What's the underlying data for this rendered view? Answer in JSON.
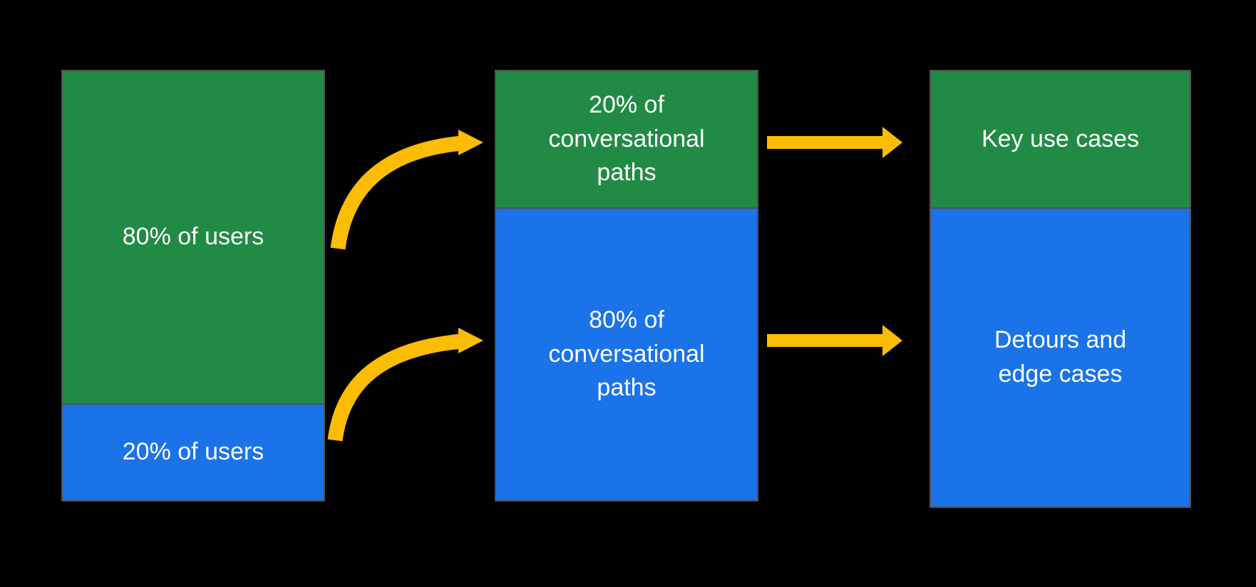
{
  "colors": {
    "background": "#000000",
    "green": "#218B45",
    "blue": "#1A73E8",
    "arrow": "#FBBC04",
    "border": "#515151",
    "text": "#FFFFFF"
  },
  "columns": [
    {
      "name": "users",
      "segments": [
        {
          "color": "green",
          "label": "80% of users"
        },
        {
          "color": "blue",
          "label": "20% of users"
        }
      ]
    },
    {
      "name": "conversational-paths",
      "segments": [
        {
          "color": "green",
          "label": "20% of\nconversational\npaths"
        },
        {
          "color": "blue",
          "label": "80% of\nconversational\npaths"
        }
      ]
    },
    {
      "name": "outcomes",
      "segments": [
        {
          "color": "green",
          "label": "Key use cases"
        },
        {
          "color": "blue",
          "label": "Detours and\nedge cases"
        }
      ]
    }
  ],
  "arrows": [
    {
      "name": "curved-arrow-top",
      "from": "80% of users",
      "to": "20% of conversational paths"
    },
    {
      "name": "curved-arrow-bottom",
      "from": "20% of users",
      "to": "80% of conversational paths"
    },
    {
      "name": "straight-arrow-top",
      "from": "20% of conversational paths",
      "to": "Key use cases"
    },
    {
      "name": "straight-arrow-bottom",
      "from": "80% of conversational paths",
      "to": "Detours and edge cases"
    }
  ]
}
